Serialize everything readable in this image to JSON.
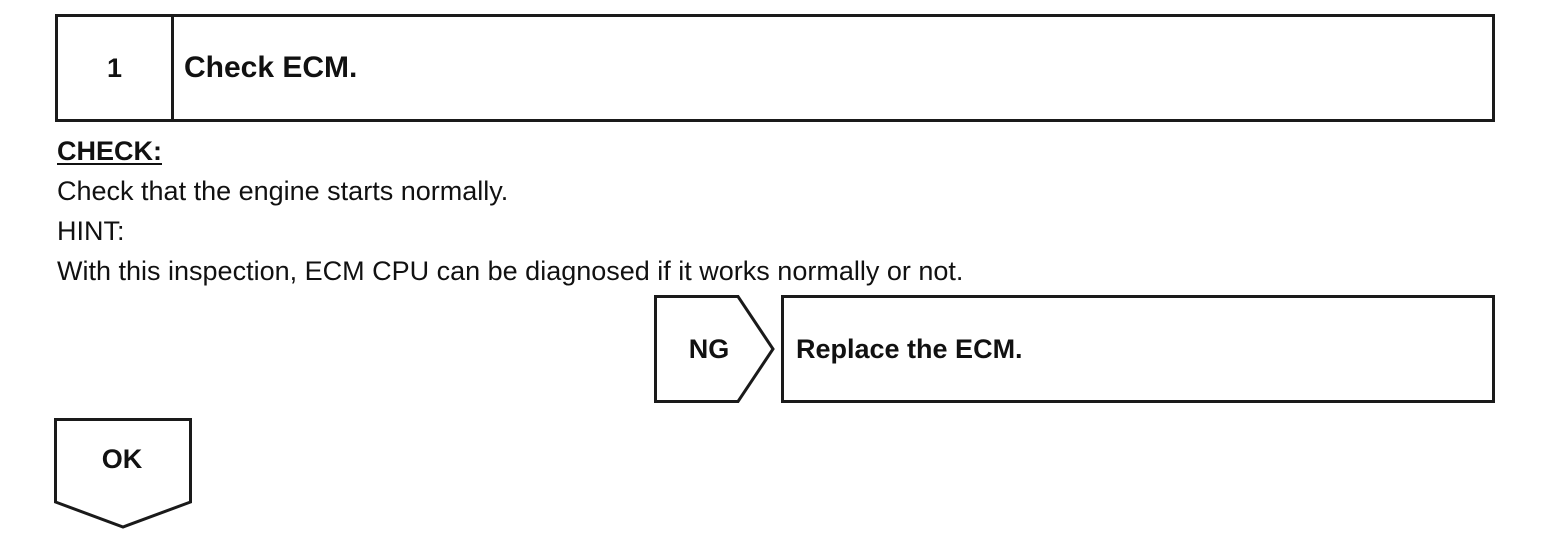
{
  "step": {
    "number": "1",
    "title": "Check ECM."
  },
  "check": {
    "heading": "CHECK:",
    "instruction": "Check that the engine starts normally.",
    "hint_label": "HINT:",
    "hint_text": "With this inspection, ECM CPU can be diagnosed if it works normally or not."
  },
  "ng_branch": {
    "label": "NG",
    "action": "Replace the ECM."
  },
  "ok_branch": {
    "label": "OK"
  }
}
